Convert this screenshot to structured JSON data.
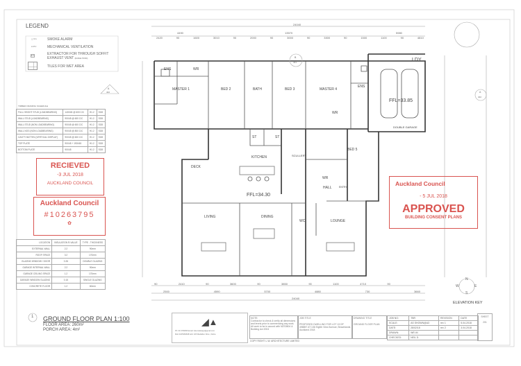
{
  "legend": {
    "title": "LEGEND",
    "items": [
      {
        "icon": "smoke-alarm-icon",
        "label": "SMOKE ALARM"
      },
      {
        "icon": "mechanical-ventilation-icon",
        "label": "MECHANICAL VENTILATION"
      },
      {
        "icon": "extractor-icon",
        "label": "EXTRACTOR FOR THROUGH SOFFIT EXHAUST VENT",
        "note": "(RANGE HOOD)"
      },
      {
        "icon": "tiles-icon",
        "label": "TILES FOR WET AREA"
      }
    ]
  },
  "timber_schedule": {
    "title": "TIMBER FRAMING SCHEDULE",
    "rows": [
      [
        "FULL HEIGHT STUD (LOADBEARING)",
        "140X45 @ 600 C/C",
        "H1.2",
        "SG8"
      ],
      [
        "WALL STUD (LOADBEARING)",
        "90X45 @ 600 C/C",
        "H1.2",
        "SG8"
      ],
      [
        "WALL STUD (NON LOADBEARING)",
        "90X45 @ 600 C/C",
        "H1.2",
        "SG8"
      ],
      [
        "WALL NOG (NON LOADBEARING)",
        "90X45 @ 800 C/C",
        "H1.2",
        "SG8"
      ],
      [
        "CAVITY BATTEN (VERTICAL DISPLAY)",
        "90X45 @ 600 C/C",
        "H1.2",
        "SG8"
      ],
      [
        "TOP PLATE",
        "90X45 + 190X45",
        "H1.2",
        "SG8"
      ],
      [
        "BOTTOM PLATE",
        "90X45",
        "H1.2",
        "SG8"
      ]
    ]
  },
  "insulation": {
    "headers": [
      "LOCATION",
      "INSULATION R-VALUE",
      "TYPE - THICKNESS"
    ],
    "rows": [
      [
        "EXTERNAL WALL",
        "2.2",
        "90mm"
      ],
      [
        "ROOF SPACE",
        "3.2",
        "170mm"
      ],
      [
        "GLAZING WINDOW / DOOR",
        "0.26",
        "DOUBLE GLAZING"
      ],
      [
        "GARAGE INTERNAL WALL",
        "2.2",
        "90mm"
      ],
      [
        "GARAGE CEILING SPACE",
        "1.2",
        "170mm"
      ],
      [
        "GARAGE WINDOW GLAZING",
        "0.15",
        "SINGLE GLAZING"
      ],
      [
        "CONCRETE FLOOR",
        "1.2",
        "60mm"
      ]
    ]
  },
  "stamps": {
    "received": {
      "title": "RECIEVED",
      "date": "-3 JUL 2018",
      "org": "AUCKLAND COUNCIL"
    },
    "council": {
      "title": "Auckland Council",
      "number": "#10263795"
    },
    "approved": {
      "org": "Auckland Council",
      "date": "- 5 JUL 2018",
      "title": "APPROVED",
      "subtitle": "BUILDING CONSENT PLANS"
    },
    "color": "#d9534f"
  },
  "rooms": {
    "ens1": "ENS",
    "wr1": "WR",
    "master1": "MASTER 1",
    "bed2": "BED 2",
    "bath": "BATH",
    "bed3": "BED 3",
    "master4": "MASTER 4",
    "ens2": "ENS",
    "wr2": "WR",
    "ldy": "LDY",
    "garage": "DOUBLE GARAGE",
    "deck": "DECK",
    "kitchen": "KITCHEN",
    "scullery": "SCULLERY",
    "st1": "ST",
    "st2": "ST",
    "wr3": "WR",
    "bed5": "BED 5",
    "hall": "HALL",
    "entry": "ENTRY",
    "living": "LIVING",
    "dining": "DINING",
    "wc": "WC",
    "lounge": "LOUNGE",
    "ffl_upper": "FFL=33.85",
    "ffl_lower": "FFL=34.30"
  },
  "dimensions": {
    "top_total": "24040",
    "top_groups": [
      "4490",
      "13570",
      "5980"
    ],
    "top_parts": [
      "2420",
      "90",
      "1600",
      "3010",
      "90",
      "2000",
      "90",
      "3000",
      "90",
      "3300",
      "90",
      "1500",
      "1100",
      "90",
      "4810"
    ],
    "bottom_parts": [
      "90",
      "2410",
      "90",
      "3600",
      "90",
      "3850",
      "90",
      "1100",
      "4710",
      "90"
    ],
    "bottom_row2": [
      "2500",
      "4590",
      "5700",
      "4880",
      "730",
      "3660"
    ],
    "bottom_total": "24040"
  },
  "elevation_key": {
    "label": "ELEVATION KEY",
    "n": "N",
    "e": "E",
    "s": "S",
    "w": "W"
  },
  "section_markers": [
    {
      "letter": "A",
      "sheet": "402"
    },
    {
      "letter": "B",
      "sheet": "401"
    },
    {
      "letter": "A",
      "sheet": "402"
    }
  ],
  "plan_title": {
    "number": "1",
    "title": "GROUND FLOOR PLAN  1:100",
    "floor_area": "FLOOR AREA: 260m²",
    "porch_area": "PORCH AREA: 4m²"
  },
  "company": {
    "contact": "Ph: 09 4709096  Email: luke.lwdesign@gmail.com",
    "address": "Mob 0225369638  Add: 105 Medallion Drive, Oteha"
  },
  "title_block": {
    "note_label": "NOTE:",
    "note": "Contractor to check & verify all dimensions and levels prior to commencing any work. All work to be in accord with NZS3604 & Building Act 2004",
    "job_title_label": "JOB TITLE",
    "job_title": "PROPOSED DWELLING FOR LOT 13 DP 498857 AT 136 Eighth View Avenue, Beachlands Auckland 2018",
    "drawing_title_label": "DRAWING TITLE",
    "drawing_title": "GROUND FLOOR PLAN",
    "fields": [
      {
        "label": "JOB NO:",
        "value": "TBR"
      },
      {
        "label": "SCALE:",
        "value": "AS SHOWN@A3"
      },
      {
        "label": "DATE:",
        "value": "28/02/18"
      },
      {
        "label": "DRAWN:",
        "value": "WEI.M"
      },
      {
        "label": "CHECKED:",
        "value": "NEIL D."
      }
    ],
    "revision_label": "REVISION",
    "date_label": "DATE",
    "revisions": [
      {
        "rev": "rev 1",
        "date": "5.04.2018"
      },
      {
        "rev": "rev 2",
        "date": "3.04.2018"
      }
    ],
    "sheet_label": "SHEET",
    "sheet": "201",
    "copyright": "COPY RIGHT: L.W. ARCHITECTURE LIMITED"
  }
}
